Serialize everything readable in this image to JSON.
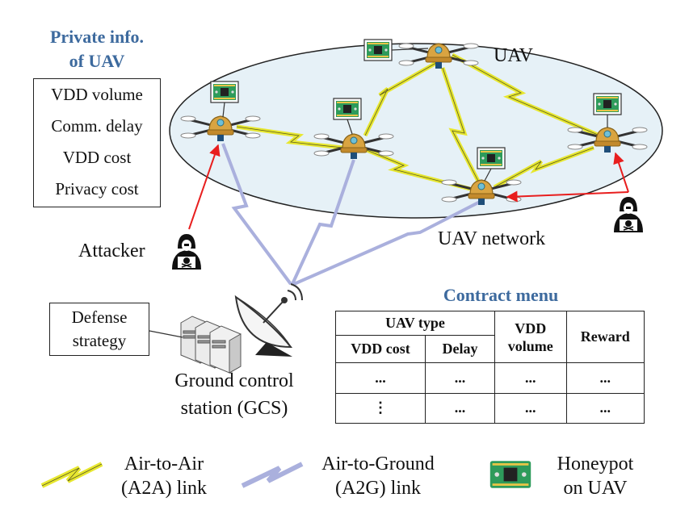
{
  "private_info": {
    "title_line1": "Private info.",
    "title_line2": "of UAV",
    "items": [
      "VDD volume",
      "Comm. delay",
      "VDD cost",
      "Privacy cost"
    ]
  },
  "labels": {
    "uav": "UAV",
    "uav_network": "UAV network",
    "attacker": "Attacker",
    "gcs_line1": "Ground control",
    "gcs_line2": "station (GCS)"
  },
  "defense": {
    "line1": "Defense",
    "line2": "strategy"
  },
  "contract_menu": {
    "title": "Contract menu",
    "header_group": "UAV type",
    "headers": [
      "VDD cost",
      "Delay",
      "VDD volume",
      "Reward"
    ],
    "vdd_volume_line1": "VDD",
    "vdd_volume_line2": "volume",
    "rows": [
      [
        "...",
        "...",
        "...",
        "..."
      ],
      [
        "⋮",
        "...",
        "...",
        "..."
      ]
    ]
  },
  "legend": {
    "a2a_line1": "Air-to-Air",
    "a2a_line2": "(A2A) link",
    "a2g_line1": "Air-to-Ground",
    "a2g_line2": "(A2G) link",
    "honeypot_line1": "Honeypot",
    "honeypot_line2": "on UAV"
  },
  "colors": {
    "network_ellipse_fill": "#e6f1f7",
    "a2a_link": "#f2f23a",
    "a2g_link": "#aab0dd",
    "attack_arrow": "#e81e1e",
    "title_blue": "#3d6a9e",
    "uav_body": "#d9a441",
    "honeypot_board": "#2e9b5b"
  },
  "icons": [
    "uav-icon",
    "honeypot-icon",
    "attacker-icon",
    "server-icon",
    "satellite-dish-icon"
  ]
}
